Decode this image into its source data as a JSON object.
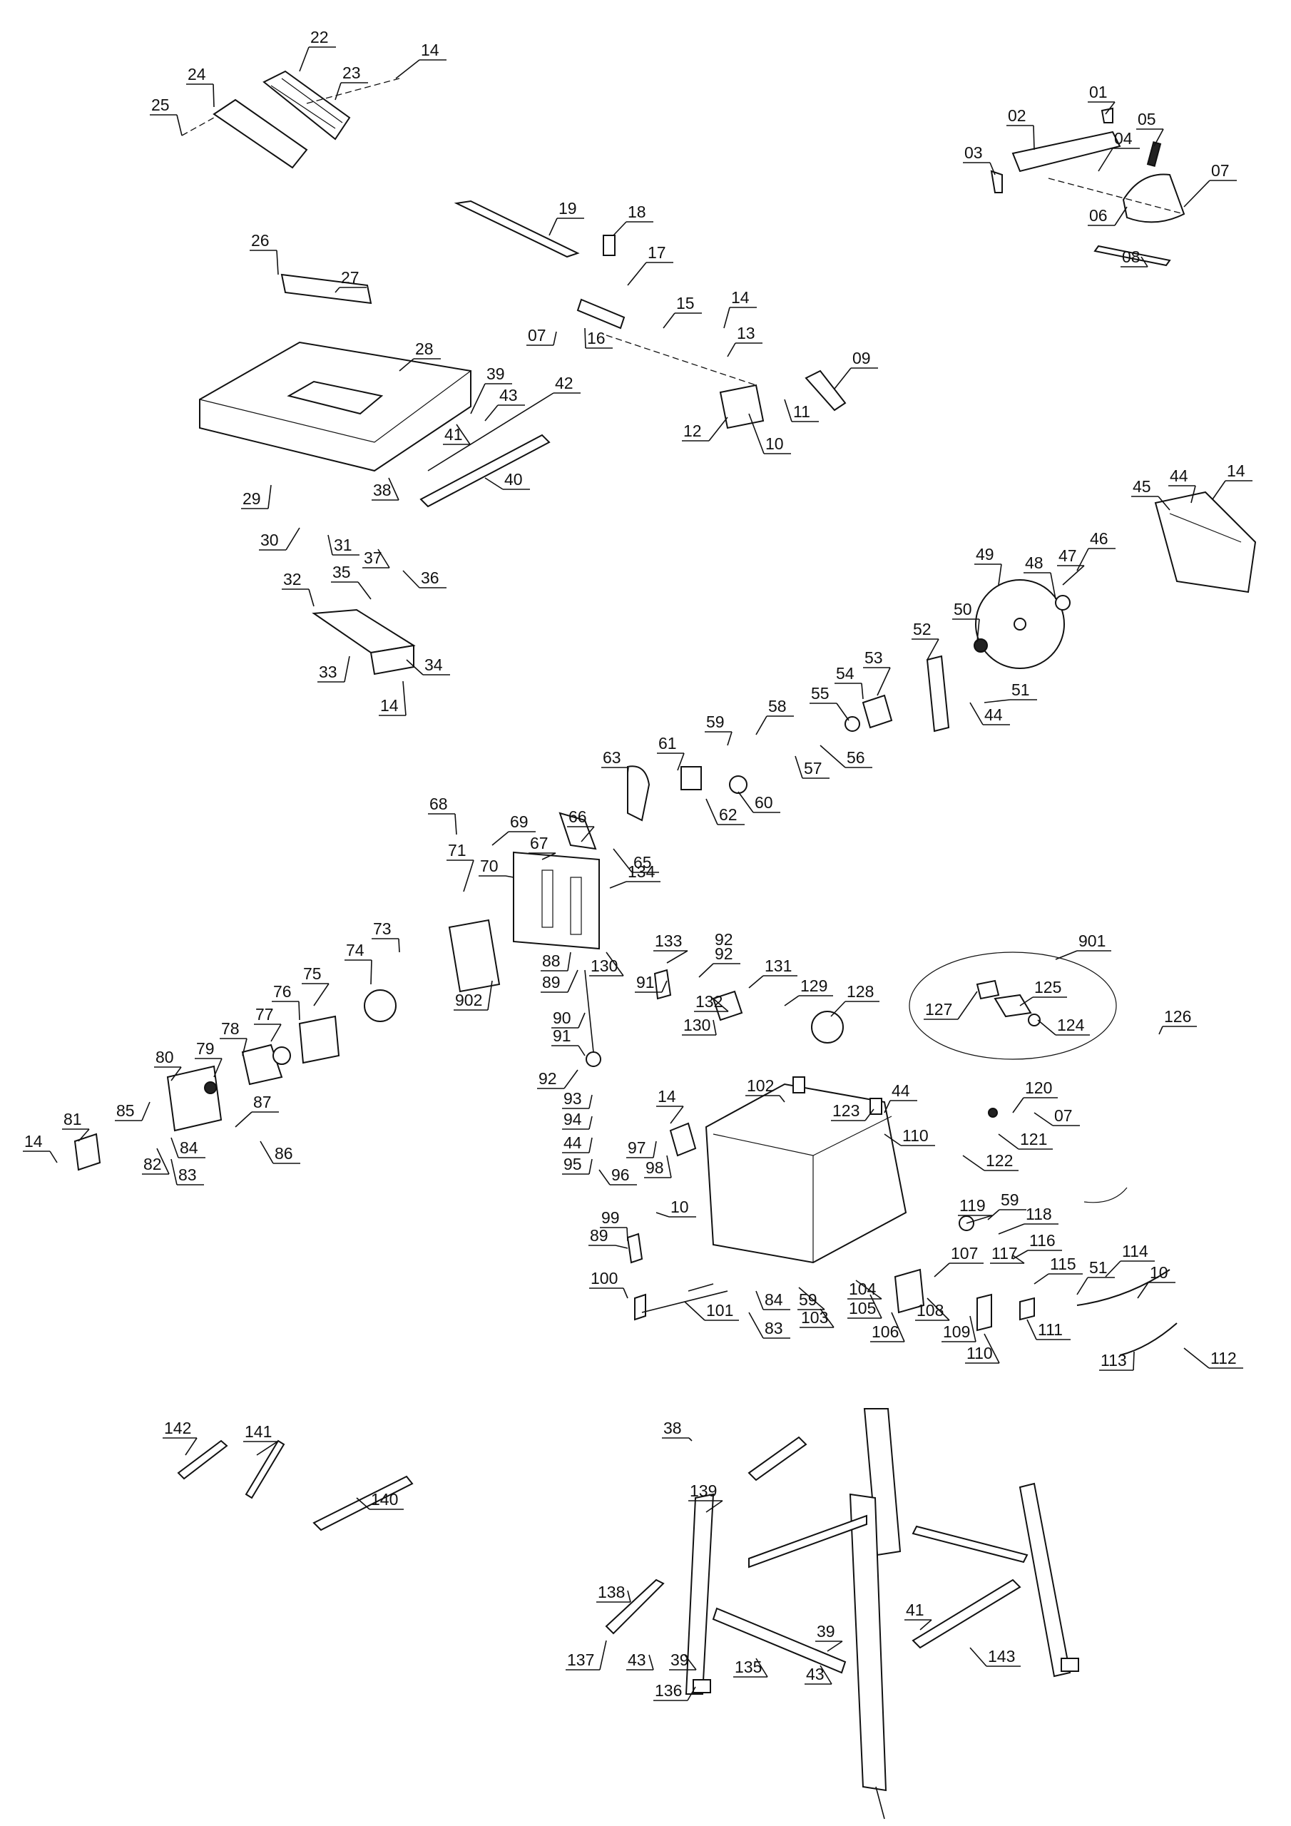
{
  "diagram": {
    "callouts": [
      {
        "id": "c01",
        "text": "01"
      },
      {
        "id": "c02",
        "text": "02"
      },
      {
        "id": "c03",
        "text": "03"
      },
      {
        "id": "c04",
        "text": "04"
      },
      {
        "id": "c05",
        "text": "05"
      },
      {
        "id": "c06",
        "text": "06"
      },
      {
        "id": "c07a",
        "text": "07"
      },
      {
        "id": "c08",
        "text": "08"
      },
      {
        "id": "c09",
        "text": "09"
      },
      {
        "id": "c10a",
        "text": "10"
      },
      {
        "id": "c11",
        "text": "11"
      },
      {
        "id": "c12",
        "text": "12"
      },
      {
        "id": "c13",
        "text": "13"
      },
      {
        "id": "c14a",
        "text": "14"
      },
      {
        "id": "c14b",
        "text": "14"
      },
      {
        "id": "c14c",
        "text": "14"
      },
      {
        "id": "c14d",
        "text": "14"
      },
      {
        "id": "c14e",
        "text": "14"
      },
      {
        "id": "c14f",
        "text": "14"
      },
      {
        "id": "c15",
        "text": "15"
      },
      {
        "id": "c16",
        "text": "16"
      },
      {
        "id": "c17",
        "text": "17"
      },
      {
        "id": "c18",
        "text": "18"
      },
      {
        "id": "c19",
        "text": "19"
      },
      {
        "id": "c07b",
        "text": "07"
      },
      {
        "id": "c22",
        "text": "22"
      },
      {
        "id": "c23",
        "text": "23"
      },
      {
        "id": "c24",
        "text": "24"
      },
      {
        "id": "c25",
        "text": "25"
      },
      {
        "id": "c26",
        "text": "26"
      },
      {
        "id": "c27",
        "text": "27"
      },
      {
        "id": "c28",
        "text": "28"
      },
      {
        "id": "c29",
        "text": "29"
      },
      {
        "id": "c30",
        "text": "30"
      },
      {
        "id": "c31",
        "text": "31"
      },
      {
        "id": "c32",
        "text": "32"
      },
      {
        "id": "c33",
        "text": "33"
      },
      {
        "id": "c34",
        "text": "34"
      },
      {
        "id": "c35",
        "text": "35"
      },
      {
        "id": "c36",
        "text": "36"
      },
      {
        "id": "c37",
        "text": "37"
      },
      {
        "id": "c38a",
        "text": "38"
      },
      {
        "id": "c39a",
        "text": "39"
      },
      {
        "id": "c40",
        "text": "40"
      },
      {
        "id": "c41a",
        "text": "41"
      },
      {
        "id": "c42",
        "text": "42"
      },
      {
        "id": "c43a",
        "text": "43"
      },
      {
        "id": "c44a",
        "text": "44"
      },
      {
        "id": "c45",
        "text": "45"
      },
      {
        "id": "c46",
        "text": "46"
      },
      {
        "id": "c47",
        "text": "47"
      },
      {
        "id": "c48",
        "text": "48"
      },
      {
        "id": "c49",
        "text": "49"
      },
      {
        "id": "c50",
        "text": "50"
      },
      {
        "id": "c51a",
        "text": "51"
      },
      {
        "id": "c52",
        "text": "52"
      },
      {
        "id": "c53",
        "text": "53"
      },
      {
        "id": "c54",
        "text": "54"
      },
      {
        "id": "c55",
        "text": "55"
      },
      {
        "id": "c56",
        "text": "56"
      },
      {
        "id": "c57",
        "text": "57"
      },
      {
        "id": "c58",
        "text": "58"
      },
      {
        "id": "c59a",
        "text": "59"
      },
      {
        "id": "c60",
        "text": "60"
      },
      {
        "id": "c61",
        "text": "61"
      },
      {
        "id": "c62",
        "text": "62"
      },
      {
        "id": "c63",
        "text": "63"
      },
      {
        "id": "c44b",
        "text": "44"
      },
      {
        "id": "c65",
        "text": "65"
      },
      {
        "id": "c66",
        "text": "66"
      },
      {
        "id": "c67",
        "text": "67"
      },
      {
        "id": "c68",
        "text": "68"
      },
      {
        "id": "c69",
        "text": "69"
      },
      {
        "id": "c70",
        "text": "70"
      },
      {
        "id": "c71",
        "text": "71"
      },
      {
        "id": "c73",
        "text": "73"
      },
      {
        "id": "c74",
        "text": "74"
      },
      {
        "id": "c75",
        "text": "75"
      },
      {
        "id": "c76",
        "text": "76"
      },
      {
        "id": "c77",
        "text": "77"
      },
      {
        "id": "c78",
        "text": "78"
      },
      {
        "id": "c79",
        "text": "79"
      },
      {
        "id": "c80",
        "text": "80"
      },
      {
        "id": "c81",
        "text": "81"
      },
      {
        "id": "c82",
        "text": "82"
      },
      {
        "id": "c83a",
        "text": "83"
      },
      {
        "id": "c84a",
        "text": "84"
      },
      {
        "id": "c85",
        "text": "85"
      },
      {
        "id": "c86",
        "text": "86"
      },
      {
        "id": "c87",
        "text": "87"
      },
      {
        "id": "c88",
        "text": "88"
      },
      {
        "id": "c89a",
        "text": "89"
      },
      {
        "id": "c90",
        "text": "90"
      },
      {
        "id": "c91a",
        "text": "91"
      },
      {
        "id": "c92a",
        "text": "92"
      },
      {
        "id": "c93",
        "text": "93"
      },
      {
        "id": "c94",
        "text": "94"
      },
      {
        "id": "c44c",
        "text": "44"
      },
      {
        "id": "c95",
        "text": "95"
      },
      {
        "id": "c96",
        "text": "96"
      },
      {
        "id": "c97",
        "text": "97"
      },
      {
        "id": "c98",
        "text": "98"
      },
      {
        "id": "c99",
        "text": "99"
      },
      {
        "id": "c89b",
        "text": "89"
      },
      {
        "id": "c100",
        "text": "100"
      },
      {
        "id": "c101",
        "text": "101"
      },
      {
        "id": "c83b",
        "text": "83"
      },
      {
        "id": "c84b",
        "text": "84"
      },
      {
        "id": "c59b",
        "text": "59"
      },
      {
        "id": "c103",
        "text": "103"
      },
      {
        "id": "c104",
        "text": "104"
      },
      {
        "id": "c105",
        "text": "105"
      },
      {
        "id": "c106",
        "text": "106"
      },
      {
        "id": "c102",
        "text": "102"
      },
      {
        "id": "c123",
        "text": "123"
      },
      {
        "id": "c44d",
        "text": "44"
      },
      {
        "id": "c110a",
        "text": "110"
      },
      {
        "id": "c120",
        "text": "120"
      },
      {
        "id": "c07c",
        "text": "07"
      },
      {
        "id": "c121",
        "text": "121"
      },
      {
        "id": "c122",
        "text": "122"
      },
      {
        "id": "c119",
        "text": "119"
      },
      {
        "id": "c59c",
        "text": "59"
      },
      {
        "id": "c118",
        "text": "118"
      },
      {
        "id": "c117",
        "text": "117"
      },
      {
        "id": "c116",
        "text": "116"
      },
      {
        "id": "c115",
        "text": "115"
      },
      {
        "id": "c114",
        "text": "114"
      },
      {
        "id": "c51b",
        "text": "51"
      },
      {
        "id": "c10b",
        "text": "10"
      },
      {
        "id": "c107",
        "text": "107"
      },
      {
        "id": "c108",
        "text": "108"
      },
      {
        "id": "c109",
        "text": "109"
      },
      {
        "id": "c110b",
        "text": "110"
      },
      {
        "id": "c111",
        "text": "111"
      },
      {
        "id": "c112",
        "text": "112"
      },
      {
        "id": "c113",
        "text": "113"
      },
      {
        "id": "c10c",
        "text": "10"
      },
      {
        "id": "c901",
        "text": "901"
      },
      {
        "id": "c125",
        "text": "125"
      },
      {
        "id": "c127",
        "text": "127"
      },
      {
        "id": "c124",
        "text": "124"
      },
      {
        "id": "c126",
        "text": "126"
      },
      {
        "id": "c128",
        "text": "128"
      },
      {
        "id": "c129",
        "text": "129"
      },
      {
        "id": "c130a",
        "text": "130"
      },
      {
        "id": "c131",
        "text": "131"
      },
      {
        "id": "c132",
        "text": "132"
      },
      {
        "id": "c91b",
        "text": "91"
      },
      {
        "id": "c92b",
        "text": "92"
      },
      {
        "id": "c133",
        "text": "133"
      },
      {
        "id": "c134",
        "text": "134"
      },
      {
        "id": "c130b",
        "text": "130"
      },
      {
        "id": "c902",
        "text": "902"
      },
      {
        "id": "c92c",
        "text": "92"
      },
      {
        "id": "c139",
        "text": "139"
      },
      {
        "id": "c38b",
        "text": "38"
      },
      {
        "id": "c138",
        "text": "138"
      },
      {
        "id": "c137",
        "text": "137"
      },
      {
        "id": "c43b",
        "text": "43"
      },
      {
        "id": "c39b",
        "text": "39"
      },
      {
        "id": "c136",
        "text": "136"
      },
      {
        "id": "c135",
        "text": "135"
      },
      {
        "id": "c39c",
        "text": "39"
      },
      {
        "id": "c43c",
        "text": "43"
      },
      {
        "id": "c41b",
        "text": "41"
      },
      {
        "id": "c143",
        "text": "143"
      },
      {
        "id": "c142",
        "text": "142"
      },
      {
        "id": "c141",
        "text": "141"
      },
      {
        "id": "c140",
        "text": "140"
      },
      {
        "id": "c14g",
        "text": "14"
      }
    ]
  }
}
